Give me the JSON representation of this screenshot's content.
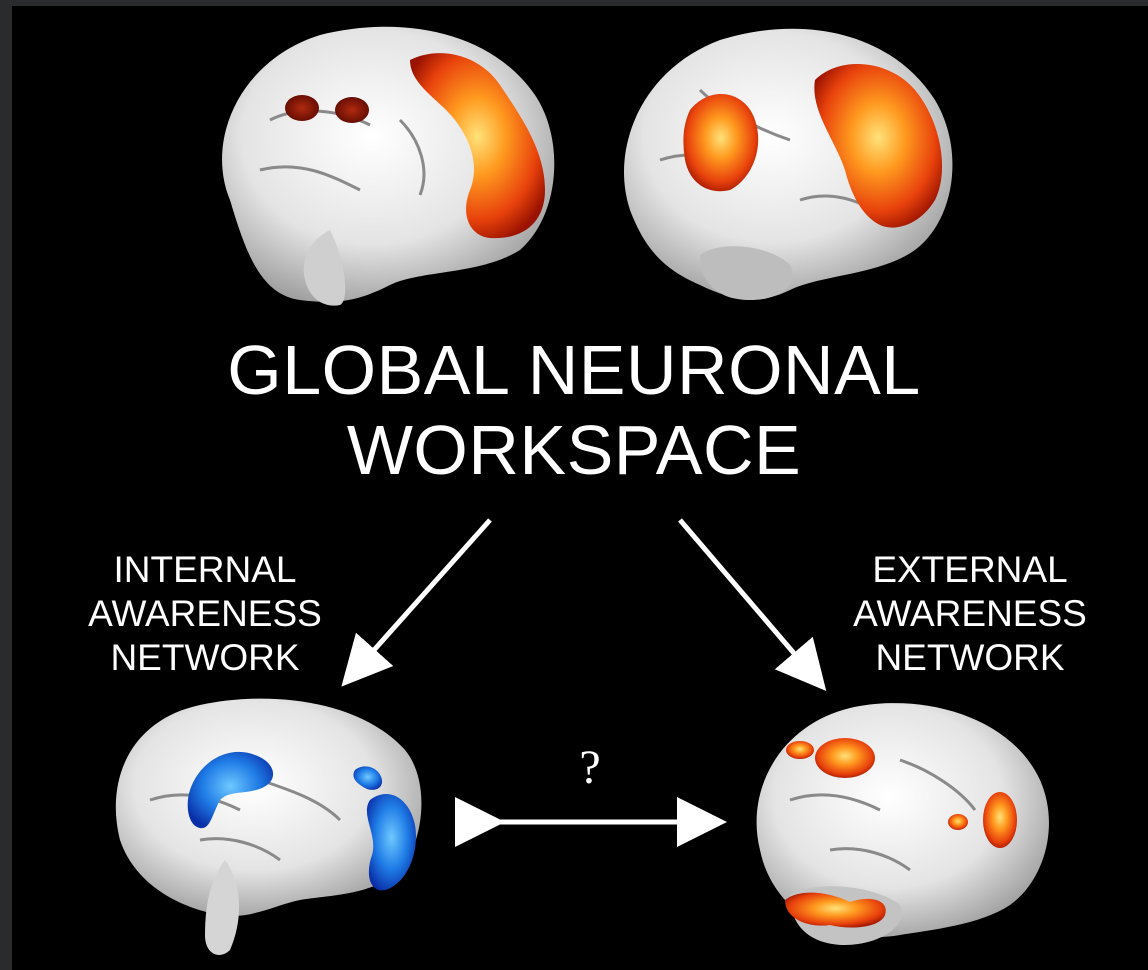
{
  "title": {
    "line1": "GLOBAL NEURONAL",
    "line2": "WORKSPACE"
  },
  "left_label": {
    "line1": "INTERNAL",
    "line2": "AWARENESS",
    "line3": "NETWORK"
  },
  "right_label": {
    "line1": "EXTERNAL",
    "line2": "AWARENESS",
    "line3": "NETWORK"
  },
  "connection_label": "?",
  "colors": {
    "frame": "#2a2b2d",
    "background": "#000000",
    "text": "#ffffff",
    "activation_hot": "#e8420c",
    "activation_core": "#ffd34a",
    "activation_cold": "#1f7ce6"
  }
}
